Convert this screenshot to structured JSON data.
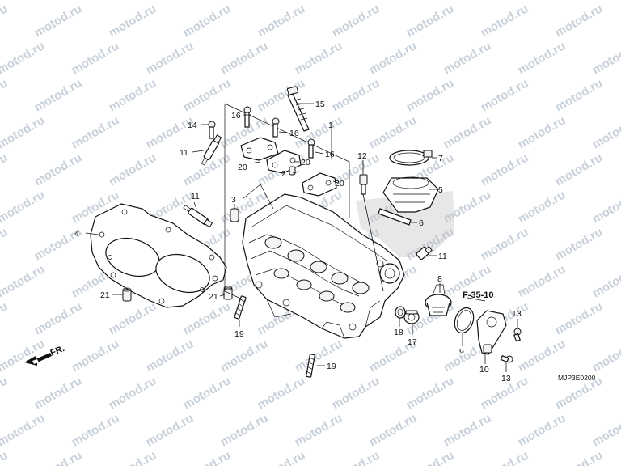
{
  "watermark": "motod.ru",
  "diagram_code": "MJP3E0200",
  "reference": "F-35-10",
  "direction": "FR.",
  "callouts": [
    {
      "id": "c1",
      "text": "1"
    },
    {
      "id": "c2",
      "text": "2"
    },
    {
      "id": "c3",
      "text": "3"
    },
    {
      "id": "c4",
      "text": "4"
    },
    {
      "id": "c5",
      "text": "5"
    },
    {
      "id": "c6",
      "text": "6"
    },
    {
      "id": "c7",
      "text": "7"
    },
    {
      "id": "c8",
      "text": "8"
    },
    {
      "id": "c9",
      "text": "9"
    },
    {
      "id": "c10",
      "text": "10"
    },
    {
      "id": "c11a",
      "text": "11"
    },
    {
      "id": "c11b",
      "text": "11"
    },
    {
      "id": "c11c",
      "text": "11"
    },
    {
      "id": "c12",
      "text": "12"
    },
    {
      "id": "c13a",
      "text": "13"
    },
    {
      "id": "c13b",
      "text": "13"
    },
    {
      "id": "c14",
      "text": "14"
    },
    {
      "id": "c15",
      "text": "15"
    },
    {
      "id": "c16a",
      "text": "16"
    },
    {
      "id": "c16b",
      "text": "16"
    },
    {
      "id": "c16c",
      "text": "16"
    },
    {
      "id": "c17",
      "text": "17"
    },
    {
      "id": "c18",
      "text": "18"
    },
    {
      "id": "c19a",
      "text": "19"
    },
    {
      "id": "c19b",
      "text": "19"
    },
    {
      "id": "c20a",
      "text": "20"
    },
    {
      "id": "c20b",
      "text": "20"
    },
    {
      "id": "c20c",
      "text": "20"
    },
    {
      "id": "c21a",
      "text": "21"
    },
    {
      "id": "c21b",
      "text": "21"
    }
  ]
}
